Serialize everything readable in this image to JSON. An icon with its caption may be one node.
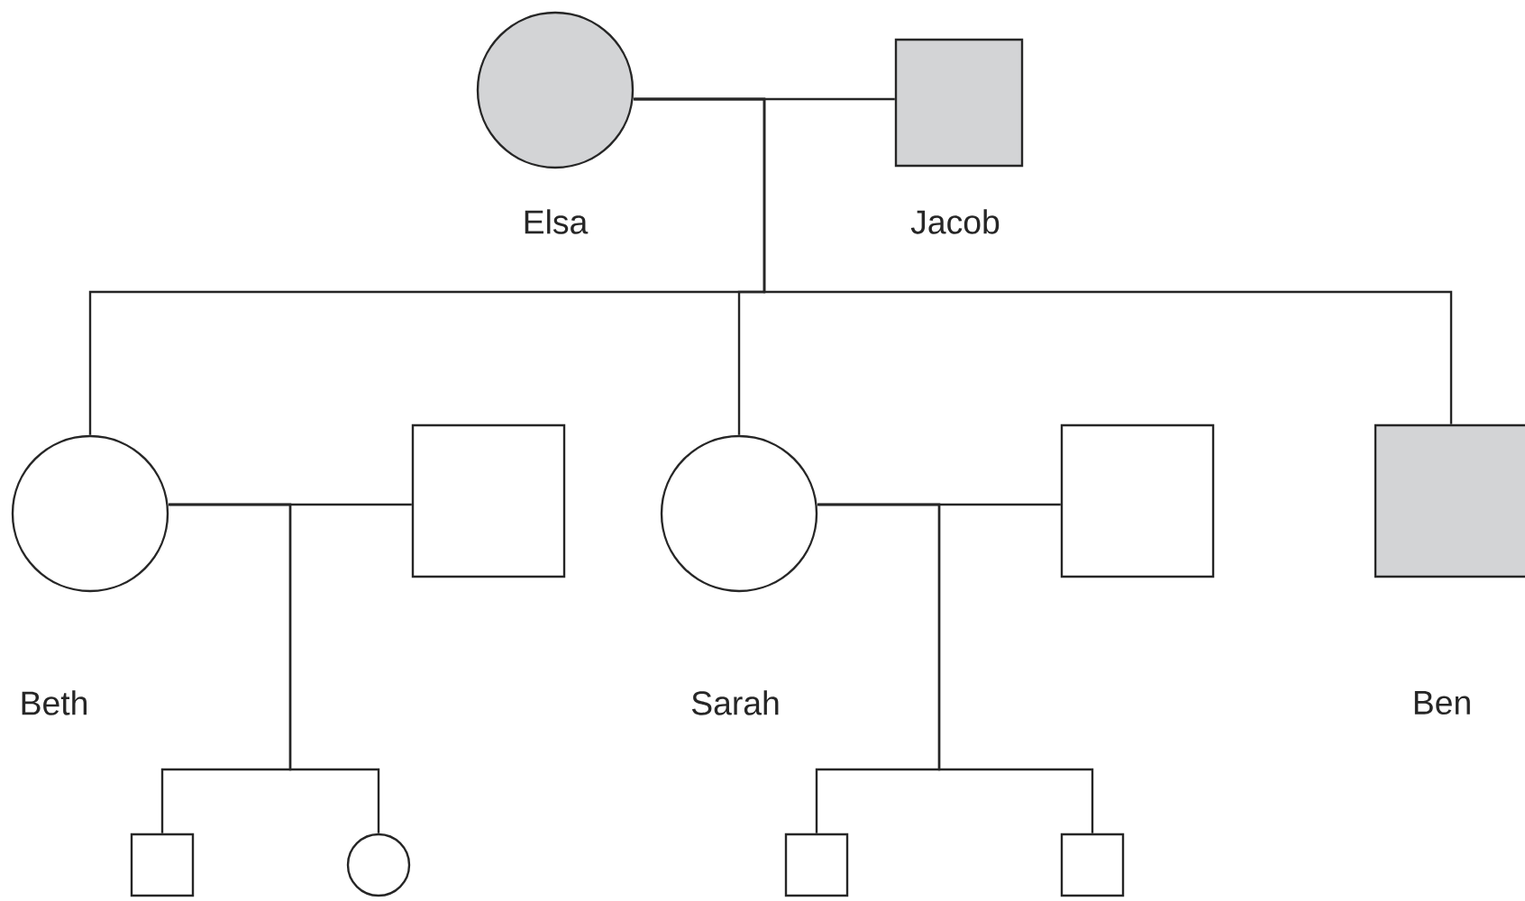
{
  "diagram": {
    "nodes": [
      {
        "text": [
          "Elsa"
        ]
      },
      {
        "text": [
          "Jacob"
        ]
      },
      {
        "text": [
          "Beth"
        ]
      },
      {
        "text": [],
        "shape": "box"
      },
      {
        "text": [
          "Sarah"
        ]
      },
      {
        "text": [],
        "shape": "box"
      },
      {
        "text": [
          "Ben"
        ]
      },
      {
        "text": [],
        "shape": "box"
      },
      {
        "text": [],
        "shape": "circle"
      },
      {
        "text": [],
        "shape": "box"
      },
      {
        "text": [],
        "shape": "box"
      }
    ],
    "edges": [
      {
        "from": 0,
        "to": 1,
        "arrow": "none"
      },
      {
        "from": 0,
        "to": 2,
        "arrow": "none"
      },
      {
        "from": 0,
        "to": 4,
        "arrow": "none"
      },
      {
        "from": 0,
        "to": 6,
        "arrow": "none"
      },
      {
        "from": 2,
        "to": 3,
        "arrow": "none"
      },
      {
        "from": 2,
        "to": 7,
        "arrow": "none"
      },
      {
        "from": 2,
        "to": 8,
        "arrow": "none"
      },
      {
        "from": 4,
        "to": 5,
        "arrow": "none"
      },
      {
        "from": 4,
        "to": 9,
        "arrow": "none"
      },
      {
        "from": 4,
        "to": 10,
        "arrow": "none"
      }
    ]
  }
}
